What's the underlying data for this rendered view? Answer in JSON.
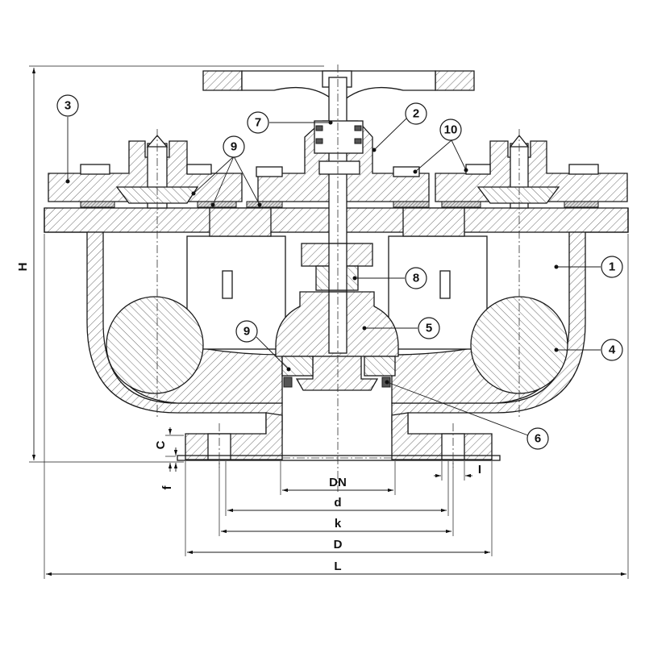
{
  "callouts": [
    {
      "id": "c1",
      "label": "1"
    },
    {
      "id": "c2",
      "label": "2"
    },
    {
      "id": "c3",
      "label": "3"
    },
    {
      "id": "c4",
      "label": "4"
    },
    {
      "id": "c5",
      "label": "5"
    },
    {
      "id": "c6",
      "label": "6"
    },
    {
      "id": "c7",
      "label": "7"
    },
    {
      "id": "c8",
      "label": "8"
    },
    {
      "id": "c9a",
      "label": "9"
    },
    {
      "id": "c9b",
      "label": "9"
    },
    {
      "id": "c10",
      "label": "10"
    }
  ],
  "dimensions": {
    "DN": "DN",
    "d": "d",
    "k": "k",
    "D": "D",
    "L": "L",
    "H": "H",
    "C": "C",
    "f": "f",
    "I": "I"
  }
}
